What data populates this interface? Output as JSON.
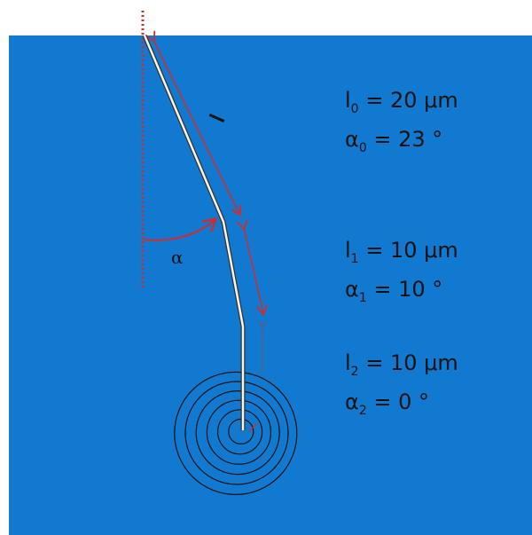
{
  "diagram": {
    "background_color": "#1179cf",
    "reference_line_color": "#d42a2a",
    "arrow_color": "#d42a2a",
    "probe_color": "#f4f4ea",
    "spiral_color": "#111111",
    "angle_label": "α",
    "length_label": "l",
    "segments": [
      {
        "length": "l",
        "sub": "0",
        "length_value": "= 20 μm",
        "angle": "α",
        "angle_value": "= 23 °"
      },
      {
        "length": "l",
        "sub": "1",
        "length_value": "= 10 μm",
        "angle": "α",
        "angle_value": "= 10 °"
      },
      {
        "length": "l",
        "sub": "2",
        "length_value": "= 10 μm",
        "angle": "α",
        "angle_value": "= 0 °"
      }
    ],
    "spiral_rings": 6
  }
}
